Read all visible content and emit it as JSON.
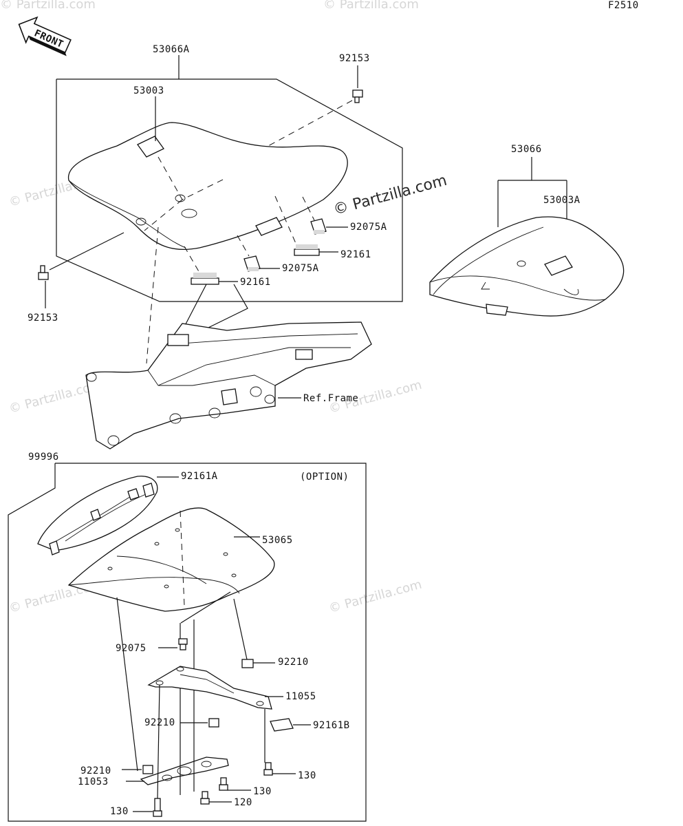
{
  "figure_code": "F2510",
  "front_badge": "FRONT",
  "ref_frame_label": "Ref.Frame",
  "option_label": "(OPTION)",
  "watermark_main": "© Partzilla.com",
  "watermark_faint": "© Partzilla.com",
  "parts": {
    "p53066A": "53066A",
    "p53003": "53003",
    "p92153_top": "92153",
    "p92153_left": "92153",
    "p92075A_right": "92075A",
    "p92075A_center": "92075A",
    "p92161_right": "92161",
    "p92161_center": "92161",
    "p53066": "53066",
    "p53003A": "53003A",
    "p99996": "99996",
    "p92161A": "92161A",
    "p53065": "53065",
    "p92075": "92075",
    "p92210_right": "92210",
    "p11055": "11055",
    "p92161B": "92161B",
    "p92210_mid": "92210",
    "p92210_left": "92210",
    "p130_right": "130",
    "p11053": "11053",
    "p130_mid": "130",
    "p130_bottom": "130",
    "p120": "120"
  }
}
